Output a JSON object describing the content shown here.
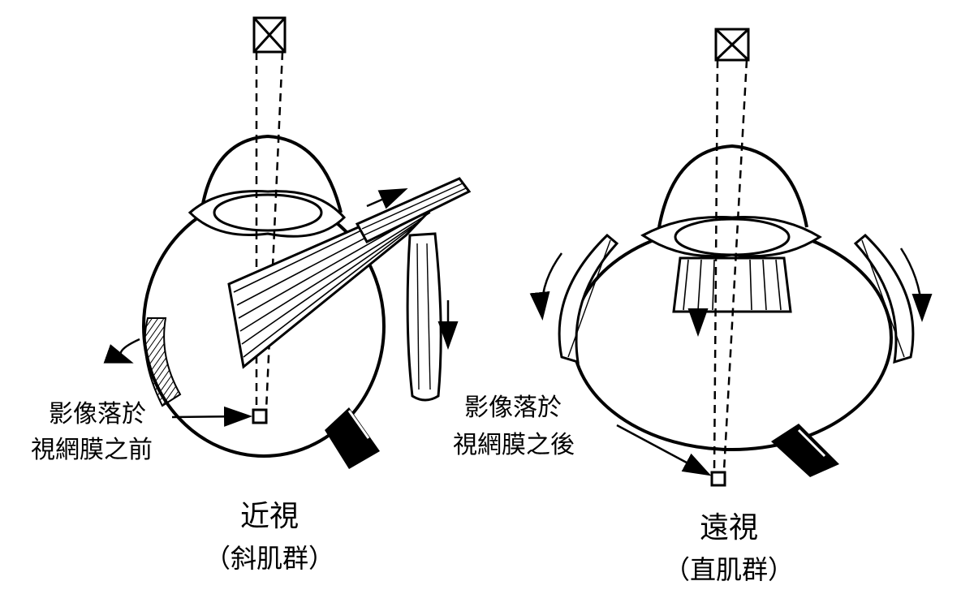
{
  "left_panel": {
    "note_line1": "影像落於",
    "note_line2": "視網膜之前",
    "title": "近視",
    "subtitle": "（斜肌群）"
  },
  "right_panel": {
    "note_line1": "影像落於",
    "note_line2": "視網膜之後",
    "title": "遠視",
    "subtitle": "（直肌群）"
  },
  "colors": {
    "ink": "#000000",
    "paper": "#ffffff"
  }
}
